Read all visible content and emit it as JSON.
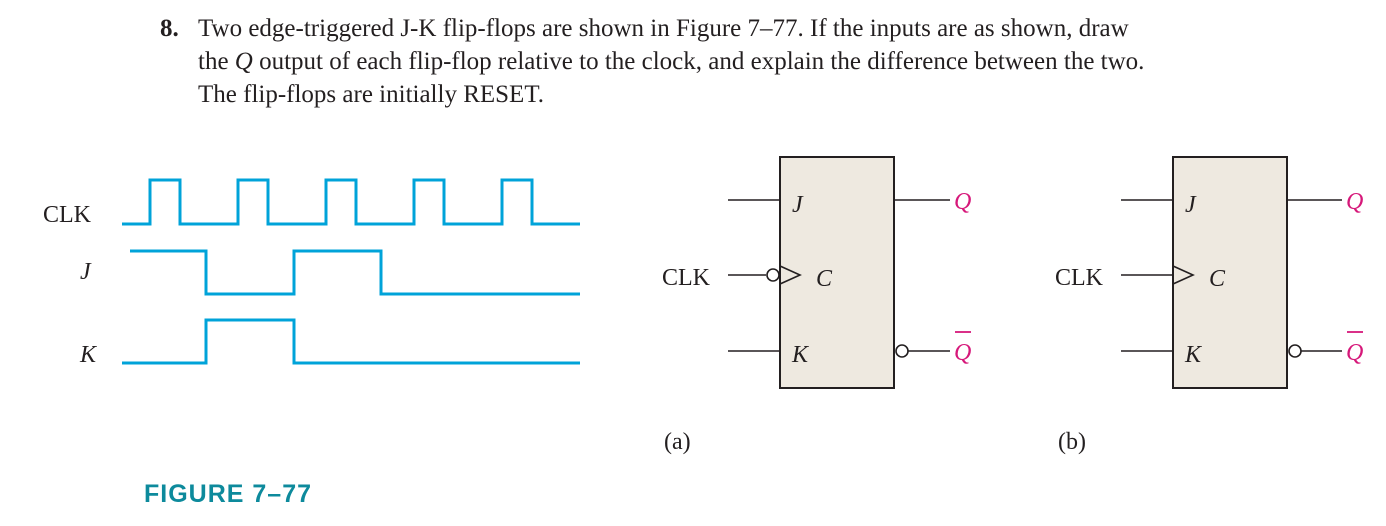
{
  "problem": {
    "number": "8.",
    "line1": "Two edge-triggered J-K flip-flops are shown in Figure 7–77. If the inputs are as shown, draw",
    "line2_pre": "the ",
    "line2_q": "Q",
    "line2_post": " output of each flip-flop relative to the clock, and explain the difference between the two.",
    "line3": "The flip-flops are initially RESET."
  },
  "timing": {
    "signals": [
      "CLK",
      "J",
      "K"
    ],
    "colors": {
      "waveform": "#00a3d9",
      "output_label": "#d6187a",
      "box_fill": "#eee9e0"
    }
  },
  "flipflops": [
    {
      "pins": {
        "j": "J",
        "c": "C",
        "k": "K",
        "q": "Q",
        "qbar": "Q",
        "clk": "CLK"
      },
      "caption": "(a)",
      "clock_inverted": true
    },
    {
      "pins": {
        "j": "J",
        "c": "C",
        "k": "K",
        "q": "Q",
        "qbar": "Q",
        "clk": "CLK"
      },
      "caption": "(b)",
      "clock_inverted": false
    }
  ],
  "figure_caption": "FIGURE 7–77"
}
